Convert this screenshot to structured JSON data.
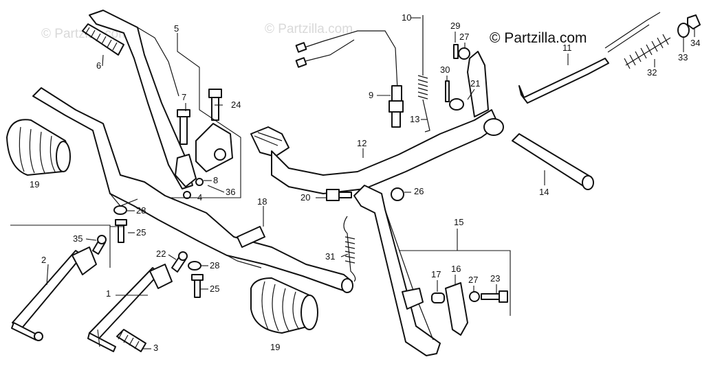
{
  "watermark": {
    "text": "© Partzilla.com",
    "brand": "© Partzilla.com"
  },
  "callouts": [
    "1",
    "2",
    "3",
    "4",
    "5",
    "6",
    "7",
    "8",
    "9",
    "10",
    "11",
    "12",
    "13",
    "14",
    "15",
    "16",
    "17",
    "18",
    "19",
    "19",
    "20",
    "21",
    "22",
    "23",
    "24",
    "25",
    "25",
    "26",
    "27",
    "27",
    "28",
    "28",
    "29",
    "30",
    "31",
    "32",
    "33",
    "34",
    "35",
    "36"
  ],
  "colors": {
    "line": "#111111",
    "watermark": "#d9d9d9",
    "background": "#ffffff"
  }
}
